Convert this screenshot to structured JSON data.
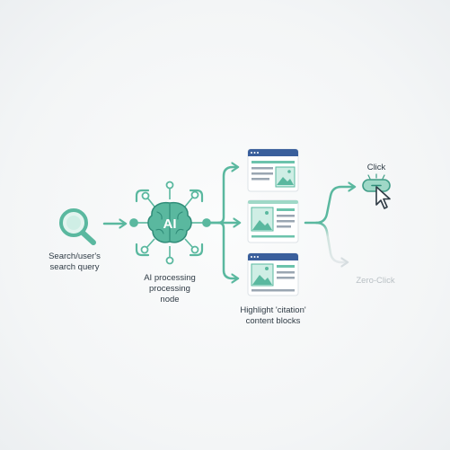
{
  "colors": {
    "teal": "#5ab89f",
    "teal_dark": "#2f8c78",
    "teal_light": "#cfeee5",
    "window_bar": "#3a5f9c",
    "window_line": "#9aa6b2",
    "window_line_green": "#6cc3ac",
    "faded": "#d6dde0",
    "text": "#2f3b45"
  },
  "search": {
    "icon": "magnifier-icon",
    "label_line1": "Search/user's",
    "label_line2": "search query"
  },
  "ai_node": {
    "icon": "brain-icon",
    "badge": "AI",
    "label_line1": "AI processing",
    "label_line2": "processing",
    "label_line3": "node"
  },
  "content_blocks": {
    "icon": "browser-window-icon",
    "count": 3,
    "label_line1": "Highlight 'citation'",
    "label_line2": "content blocks"
  },
  "click": {
    "icon": "cursor-icon",
    "label": "Click"
  },
  "zero_click": {
    "label": "Zero-Click"
  }
}
